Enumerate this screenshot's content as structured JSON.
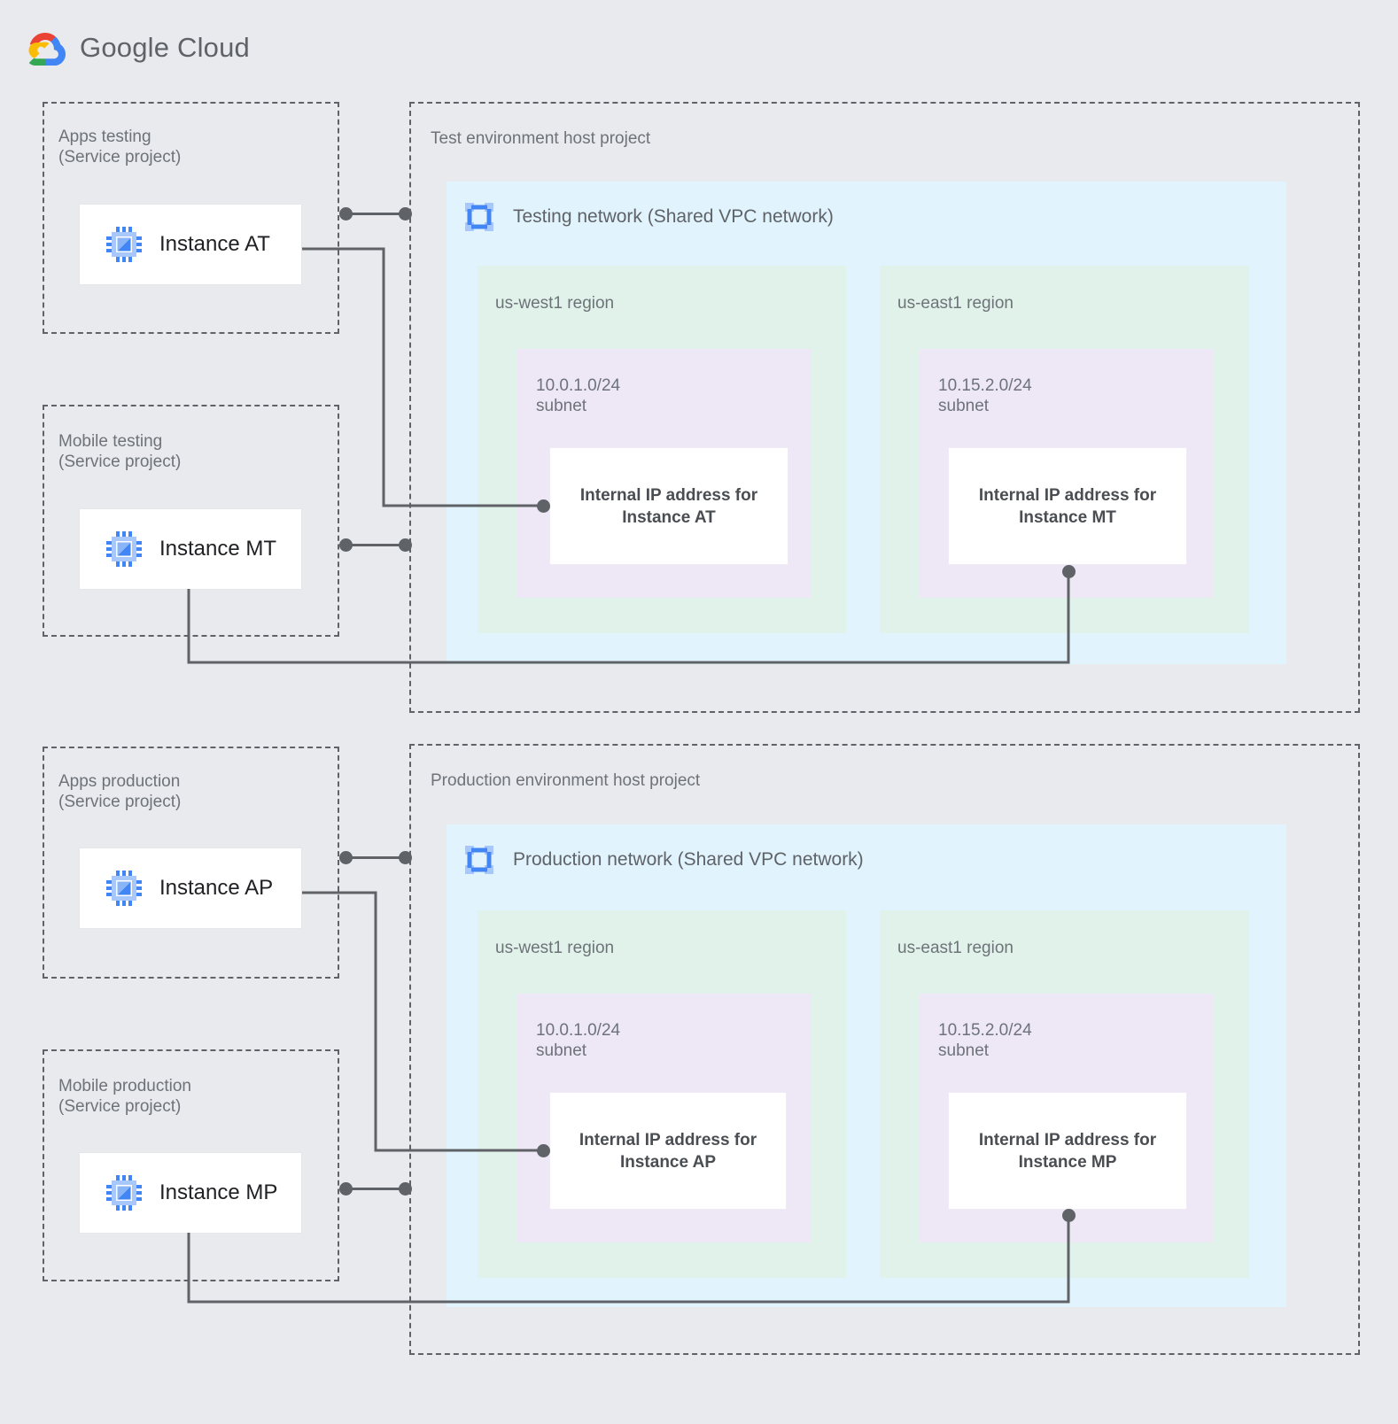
{
  "brand": {
    "name_bold": "Google",
    "name_light": " Cloud",
    "logo_colors": {
      "red": "#EA4335",
      "yellow": "#FBBC04",
      "green": "#34A853",
      "blue": "#4285F4"
    }
  },
  "colors": {
    "page_background": "#E8EAED",
    "network_box": "#E1F3FD",
    "region_box": "#E0F2E9",
    "subnet_box": "#EDE7F6",
    "card_background": "#FFFFFF",
    "border_dashed": "#5F6368",
    "connector": "#5F6368",
    "text_muted": "#6E7379",
    "text_dark": "#202124",
    "icon_blue_dark": "#4285F4",
    "icon_blue_light": "#A8C7FA"
  },
  "service_projects": [
    {
      "id": "apps-testing",
      "label": "Apps testing\n(Service project)",
      "instance": {
        "name": "Instance AT",
        "icon": "compute-engine-vm-icon"
      }
    },
    {
      "id": "mobile-testing",
      "label": "Mobile testing\n(Service project)",
      "instance": {
        "name": "Instance MT",
        "icon": "compute-engine-vm-icon"
      }
    },
    {
      "id": "apps-production",
      "label": "Apps production\n(Service project)",
      "instance": {
        "name": "Instance AP",
        "icon": "compute-engine-vm-icon"
      }
    },
    {
      "id": "mobile-production",
      "label": "Mobile production\n(Service project)",
      "instance": {
        "name": "Instance MP",
        "icon": "compute-engine-vm-icon"
      }
    }
  ],
  "host_projects": [
    {
      "id": "test-environment",
      "label": "Test environment host project",
      "network": {
        "title": "Testing network (Shared VPC network)",
        "icon": "vpc-network-icon"
      },
      "regions": [
        {
          "id": "test-us-west1",
          "label": "us-west1 region",
          "subnet": {
            "label": "10.0.1.0/24\nsubnet",
            "cidr": "10.0.1.0/24",
            "ip_card": "Internal IP address for\nInstance AT"
          }
        },
        {
          "id": "test-us-east1",
          "label": "us-east1 region",
          "subnet": {
            "label": "10.15.2.0/24\nsubnet",
            "cidr": "10.15.2.0/24",
            "ip_card": "Internal IP address for\nInstance MT"
          }
        }
      ]
    },
    {
      "id": "production-environment",
      "label": "Production environment host project",
      "network": {
        "title": "Production network (Shared VPC network)",
        "icon": "vpc-network-icon"
      },
      "regions": [
        {
          "id": "prod-us-west1",
          "label": "us-west1 region",
          "subnet": {
            "label": "10.0.1.0/24\nsubnet",
            "cidr": "10.0.1.0/24",
            "ip_card": "Internal IP address for\nInstance AP"
          }
        },
        {
          "id": "prod-us-east1",
          "label": "us-east1 region",
          "subnet": {
            "label": "10.15.2.0/24\nsubnet",
            "cidr": "10.15.2.0/24",
            "ip_card": "Internal IP address for\nInstance MP"
          }
        }
      ]
    }
  ]
}
